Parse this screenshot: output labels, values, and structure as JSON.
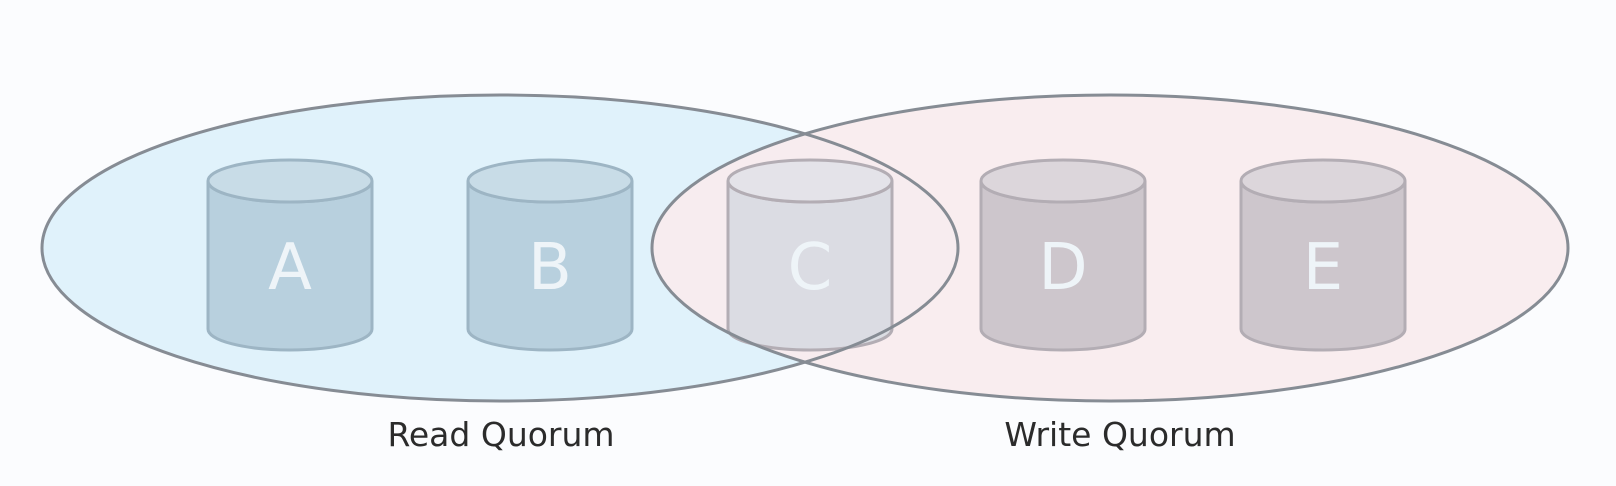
{
  "colors": {
    "background": "#fbfcfe",
    "read_quorum_fill": "#e0f2fb",
    "write_quorum_fill": "#f8ebee",
    "quorum_outline": "#868c94",
    "read_node_fill": "#b8d0de",
    "write_node_fill": "#cdc6cc",
    "shared_node_fill": "#d6d9e1",
    "node_letter": "#eef4f8",
    "label_text": "#2b2b2b"
  },
  "quorums": {
    "read": {
      "label": "Read Quorum"
    },
    "write": {
      "label": "Write Quorum"
    }
  },
  "nodes": [
    {
      "id": "A",
      "label": "A",
      "group": "read"
    },
    {
      "id": "B",
      "label": "B",
      "group": "read"
    },
    {
      "id": "C",
      "label": "C",
      "group": "both"
    },
    {
      "id": "D",
      "label": "D",
      "group": "write"
    },
    {
      "id": "E",
      "label": "E",
      "group": "write"
    }
  ]
}
